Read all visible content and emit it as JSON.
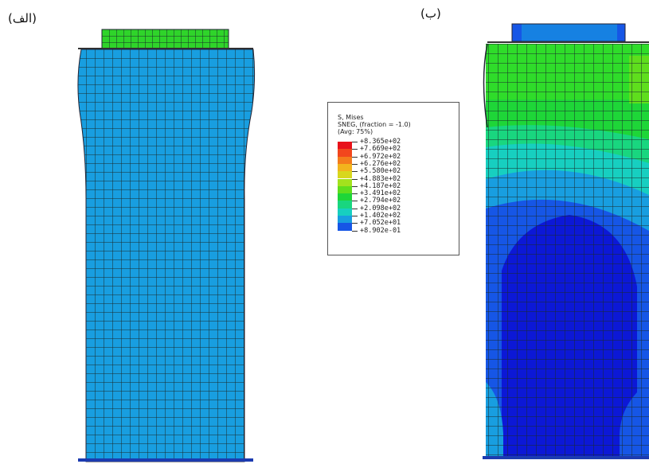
{
  "labels": {
    "a": "(الف)",
    "b": "(ب)"
  },
  "legend": {
    "title_lines": [
      "S, Mises",
      "SNEG, (fraction = -1.0)",
      "(Avg: 75%)"
    ],
    "values": [
      "+8.365e+02",
      "+7.669e+02",
      "+6.972e+02",
      "+6.276e+02",
      "+5.580e+02",
      "+4.883e+02",
      "+4.187e+02",
      "+3.491e+02",
      "+2.794e+02",
      "+2.098e+02",
      "+1.402e+02",
      "+7.052e+01",
      "+8.902e-01"
    ],
    "colors": [
      "#e8111a",
      "#f2461d",
      "#f47c1c",
      "#f2b41d",
      "#d8d71d",
      "#a3e21d",
      "#5fde1d",
      "#1ed638",
      "#19d67f",
      "#17cfc0",
      "#189ee0",
      "#1656e6",
      "#0c18d6"
    ]
  }
}
